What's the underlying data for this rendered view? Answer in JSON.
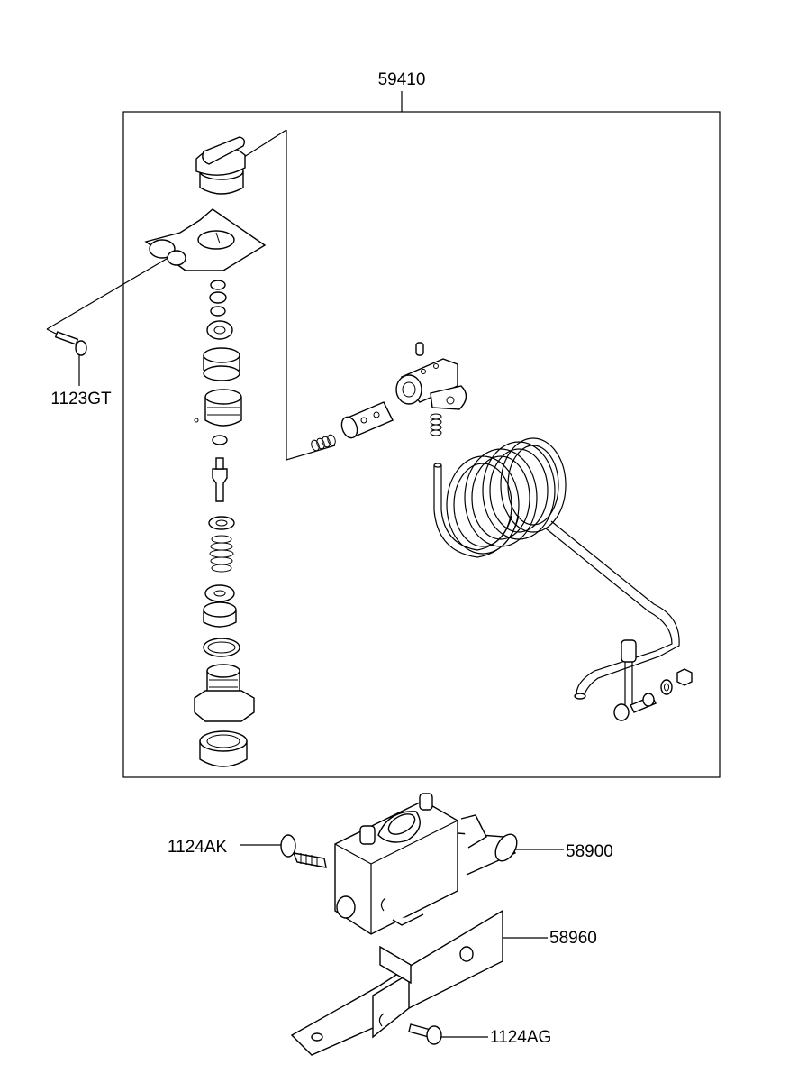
{
  "callouts": {
    "assembly": "59410",
    "screw_left": "1123GT",
    "bolt_valve": "1124AK",
    "valve": "58900",
    "bracket": "58960",
    "bolt_bracket": "1124AG"
  },
  "colors": {
    "line": "#000000",
    "background": "#ffffff"
  }
}
